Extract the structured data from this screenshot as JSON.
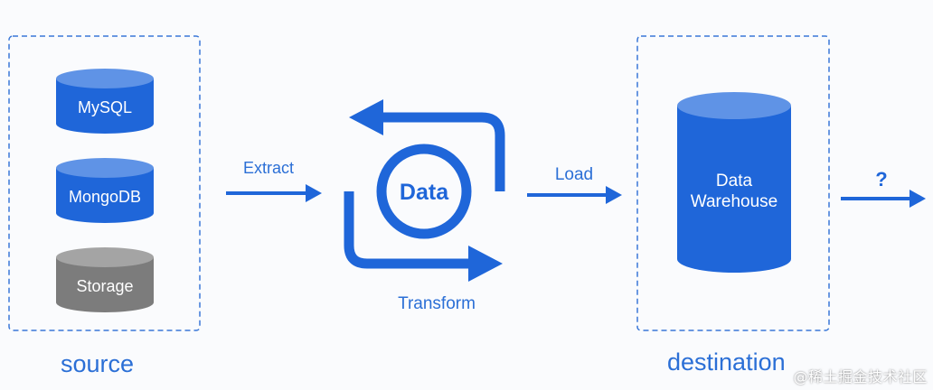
{
  "colors": {
    "primary_blue": "#1f66d9",
    "cylinder_blue_top": "#5f93e6",
    "storage_gray": "#7c7c7c",
    "storage_gray_top": "#a4a4a4",
    "text_blue": "#2b6fd6",
    "dashed_border": "#3a78d8",
    "white": "#ffffff"
  },
  "sources": [
    {
      "label": "MySQL",
      "color": "blue"
    },
    {
      "label": "MongoDB",
      "color": "blue"
    },
    {
      "label": "Storage",
      "color": "gray"
    }
  ],
  "extract_label": "Extract",
  "transform_center_label": "Data",
  "transform_label": "Transform",
  "load_label": "Load",
  "warehouse_label_line1": "Data",
  "warehouse_label_line2": "Warehouse",
  "next_step_label": "?",
  "source_title": "source",
  "destination_title": "destination",
  "watermark": "@稀土掘金技术社区"
}
